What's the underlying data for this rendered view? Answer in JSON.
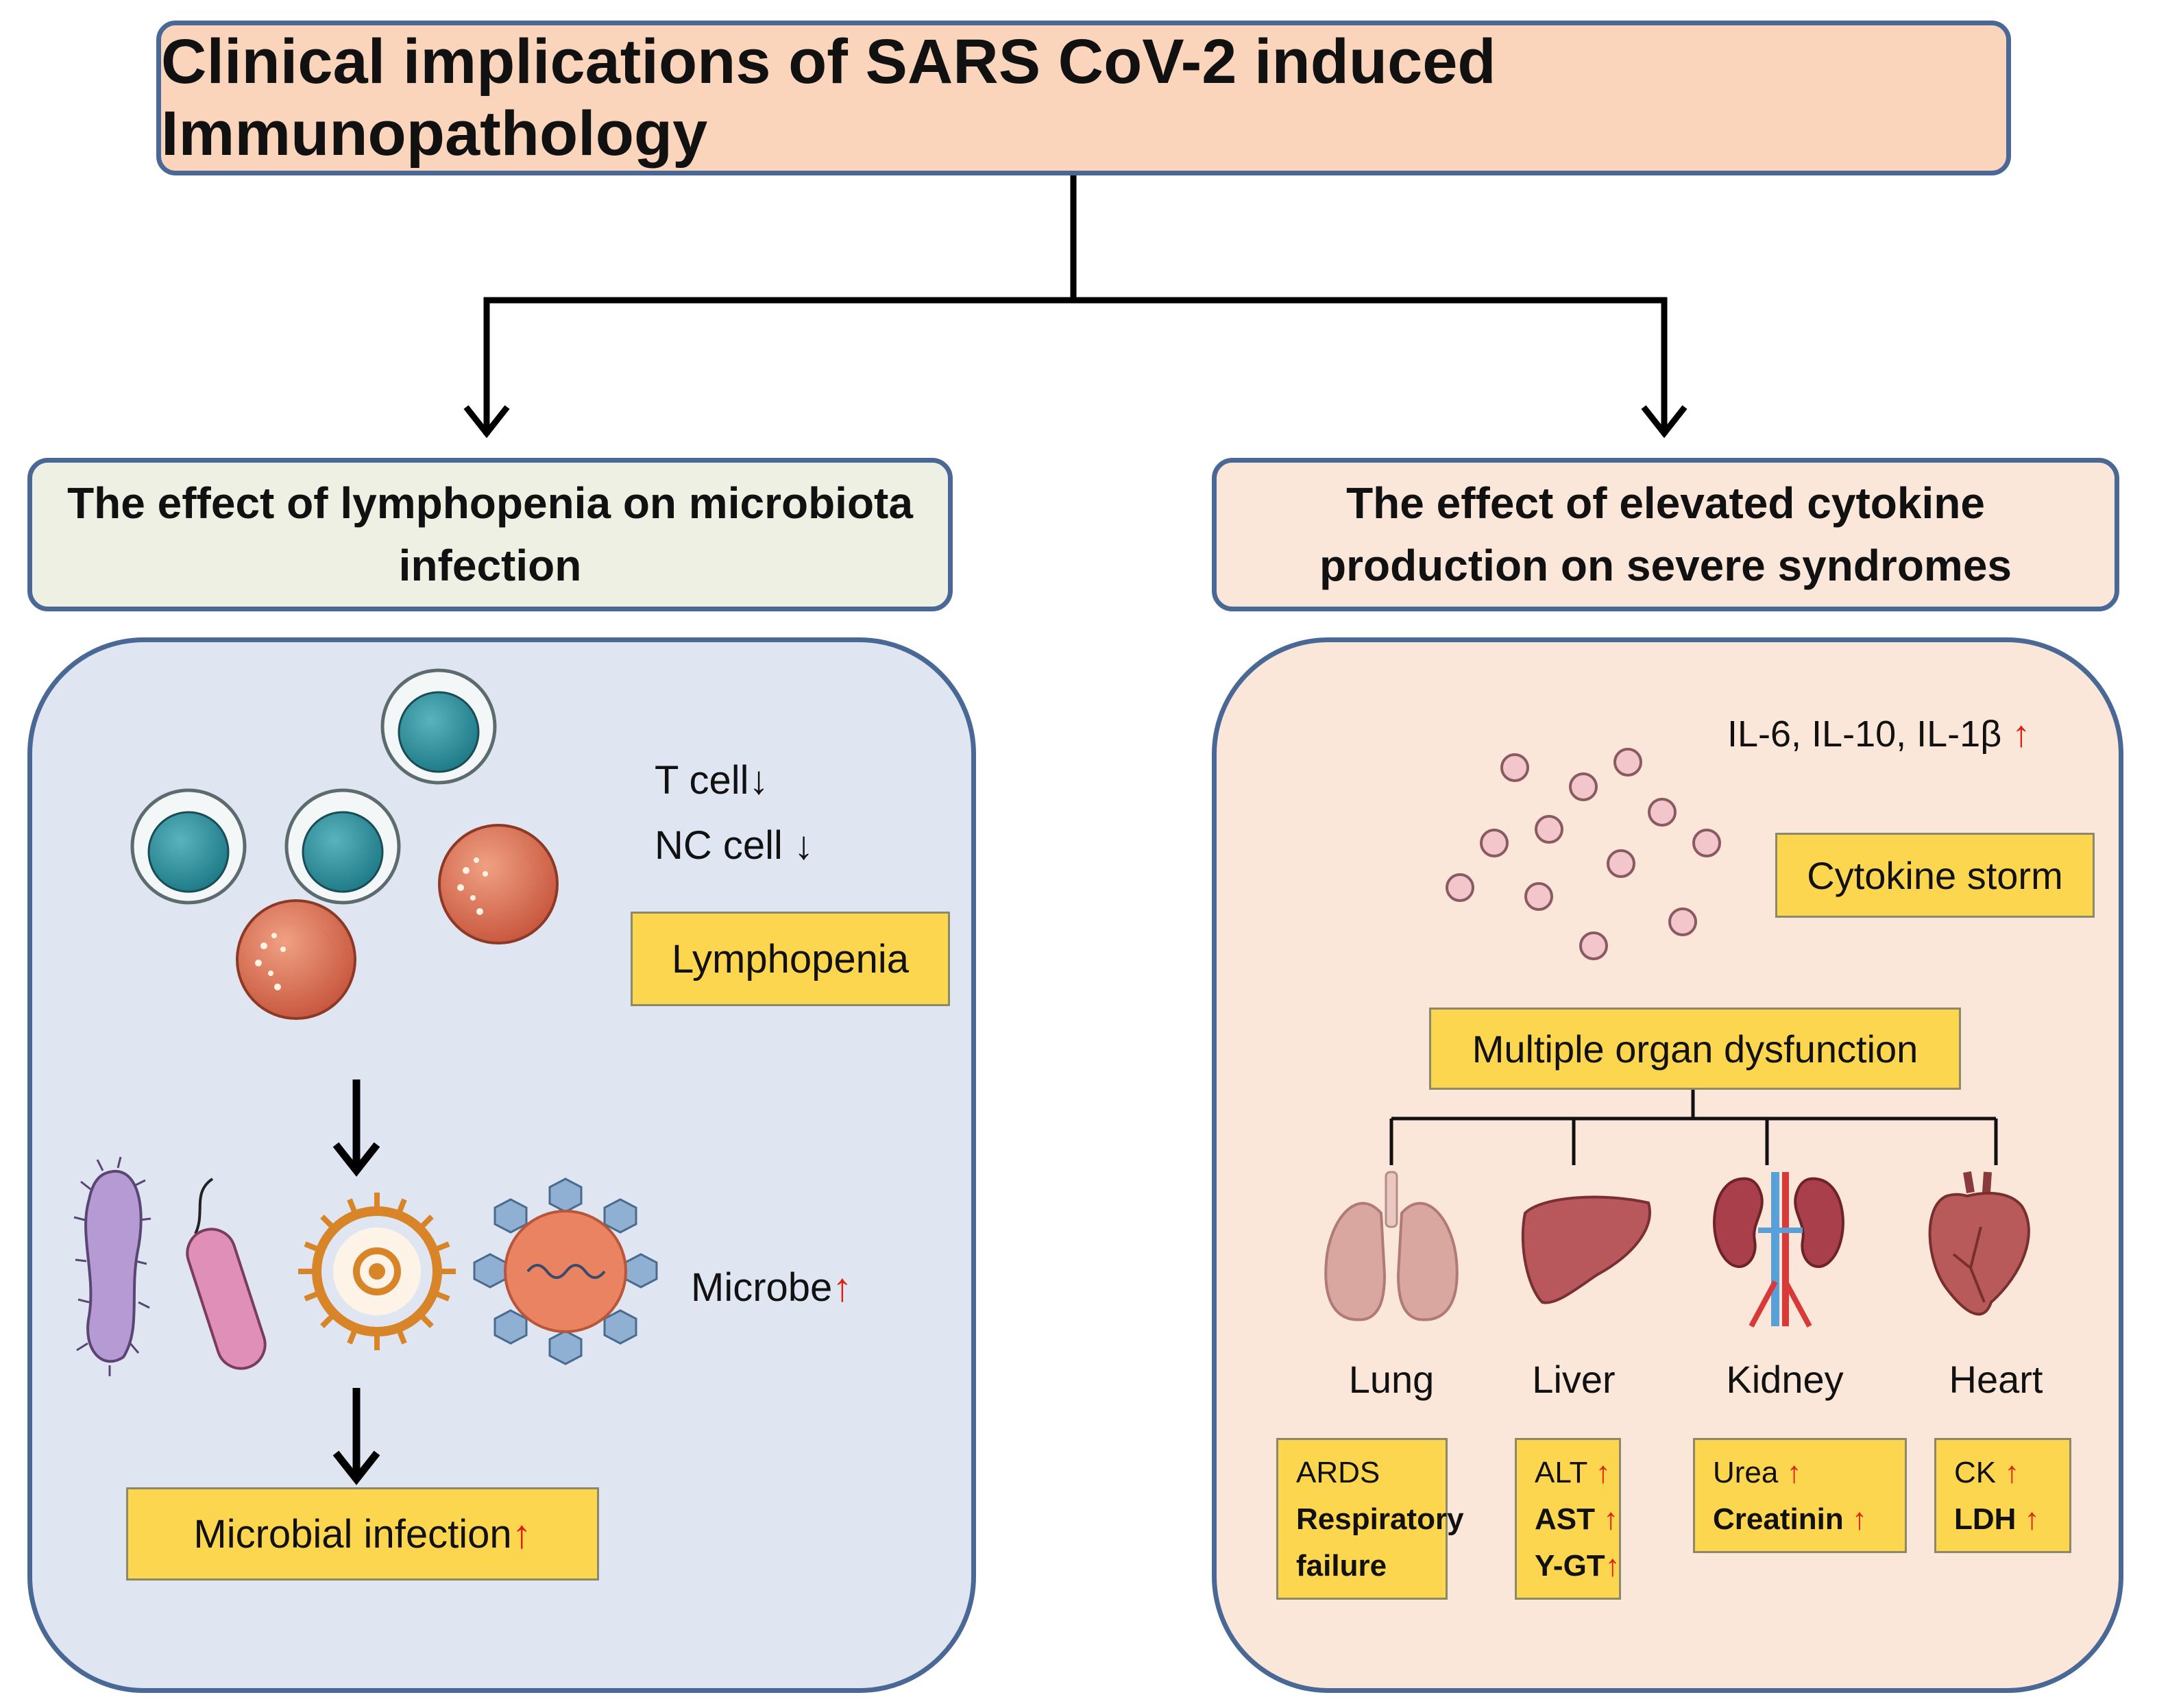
{
  "title": "Clinical implications of SARS CoV-2 induced Immunopathology",
  "left": {
    "header": "The effect of lymphopenia on microbiota infection",
    "t_cell": "T cell",
    "nc_cell": "NC cell",
    "lymphopenia": "Lymphopenia",
    "microbe": "Microbe",
    "microbial_infection": "Microbial infection"
  },
  "right": {
    "header": "The effect of elevated cytokine production on severe syndromes",
    "cytokines": "IL-6, IL-10, IL-1β",
    "cytokine_storm": "Cytokine storm",
    "multiple_organ": "Multiple organ dysfunction",
    "organs": [
      {
        "name": "Lung",
        "markers": [
          "ARDS",
          "Respiratory",
          "failure"
        ]
      },
      {
        "name": "Liver",
        "markers": [
          "ALT",
          "AST",
          "Y-GT"
        ]
      },
      {
        "name": "Kidney",
        "markers": [
          "Urea",
          "Creatinin"
        ]
      },
      {
        "name": "Heart",
        "markers": [
          "CK",
          "LDH"
        ]
      }
    ]
  },
  "symbols": {
    "up": "↑",
    "down": "↓"
  },
  "colors": {
    "border": "#4a6896",
    "title_fill": "#fad5bb",
    "left_panel": "#dfe6f2",
    "right_panel": "#fbe7d9",
    "highlight_box": "#fdd650",
    "up_arrow": "#e01e12"
  }
}
